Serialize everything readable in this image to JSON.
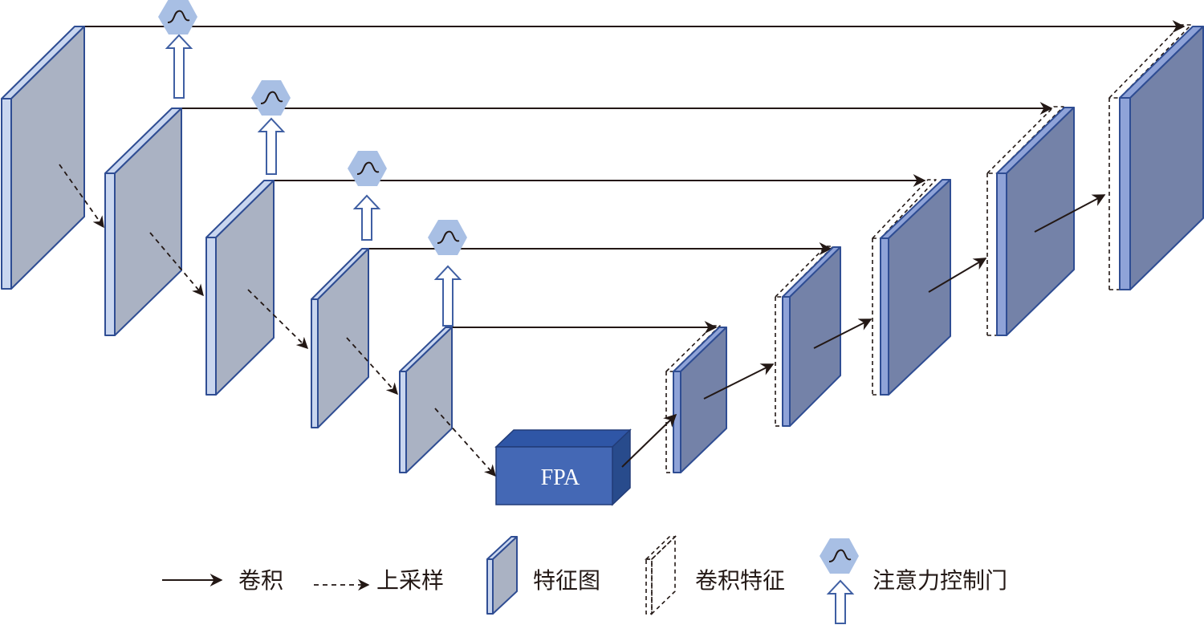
{
  "diagram": {
    "center_block": {
      "label": "FPA"
    },
    "legend": [
      {
        "key": "conv",
        "label": "卷积"
      },
      {
        "key": "upsample",
        "label": "上采样"
      },
      {
        "key": "feature_map",
        "label": "特征图"
      },
      {
        "key": "conv_feature",
        "label": "卷积特征"
      },
      {
        "key": "attention_gate",
        "label": "注意力控制门"
      }
    ],
    "colors": {
      "encoder_fill": "#aab2c3",
      "decoder_fill": "#7482a8",
      "edge_light": "#c9d6ef",
      "side_blue": "#8fa3d8",
      "outline": "#2f4d93",
      "fpa_front": "#4468b5",
      "fpa_top": "#2f56a6",
      "fpa_side": "#284b8c",
      "gate_fill": "#a8bfe4",
      "arrow_blue": "#3f5fa3",
      "line": "#231815"
    },
    "icons": {
      "gate": "hexagon-sigmoid-icon",
      "gate_arrow": "hollow-up-arrow-icon"
    }
  }
}
